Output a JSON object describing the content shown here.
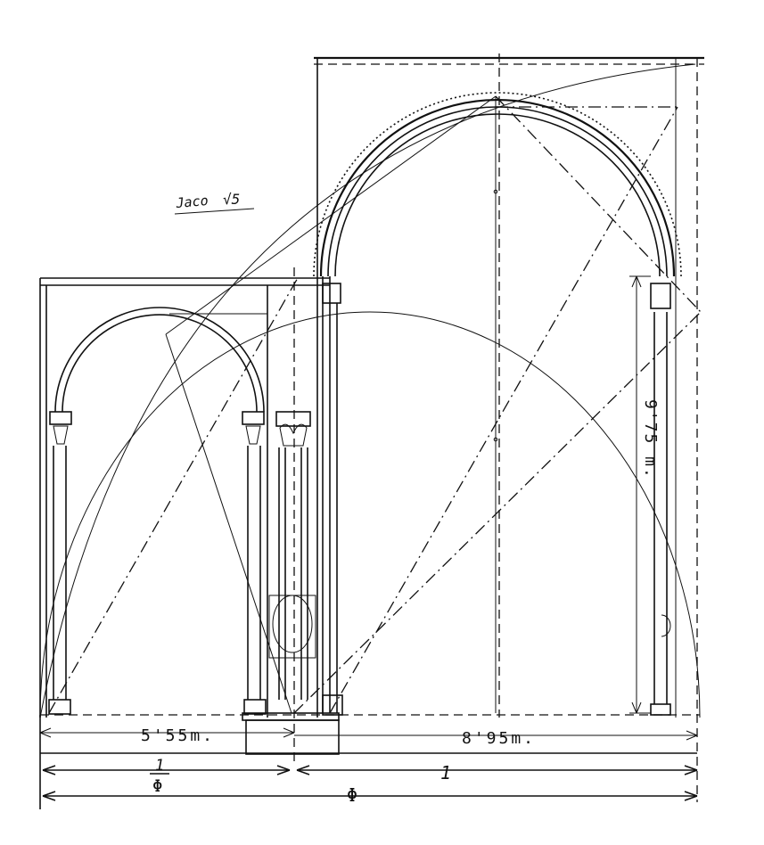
{
  "annotations": {
    "signature": "Jaco",
    "signature_mark": "√5",
    "left_span": "5'55m.",
    "right_span": "8'95m.",
    "height": "9'75 m.",
    "ratio_inverse_top": "1",
    "ratio_inverse_bottom": "Φ",
    "ratio_unit": "1",
    "ratio_total": "Φ"
  }
}
